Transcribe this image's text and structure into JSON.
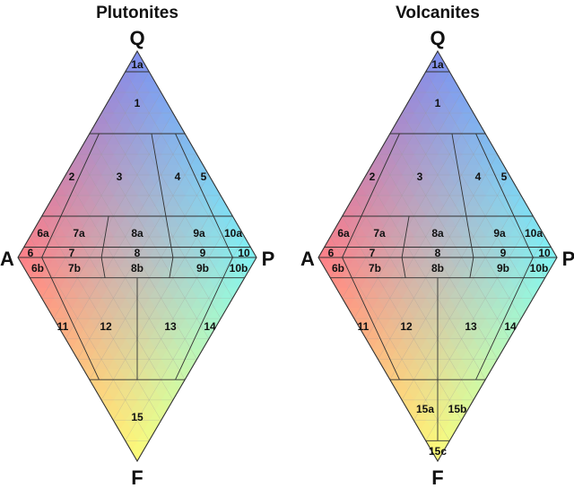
{
  "diagrams": [
    {
      "title": "Plutonites",
      "apices": {
        "Q": "Q",
        "A": "A",
        "P": "P",
        "F": "F"
      },
      "fields": [
        "1a",
        "1",
        "2",
        "3",
        "4",
        "5",
        "6a",
        "7a",
        "8a",
        "9a",
        "10a",
        "6",
        "7",
        "8",
        "9",
        "10",
        "6b",
        "7b",
        "8b",
        "9b",
        "10b",
        "11",
        "12",
        "13",
        "14",
        "15"
      ]
    },
    {
      "title": "Volcanites",
      "apices": {
        "Q": "Q",
        "A": "A",
        "P": "P",
        "F": "F"
      },
      "fields": [
        "1a",
        "1",
        "2",
        "3",
        "4",
        "5",
        "6a",
        "7a",
        "8a",
        "9a",
        "10a",
        "6",
        "7",
        "8",
        "9",
        "10",
        "6b",
        "7b",
        "8b",
        "9b",
        "10b",
        "11",
        "12",
        "13",
        "14",
        "15a",
        "15b",
        "15c"
      ]
    }
  ],
  "colors": {
    "Q": "#7f90ee",
    "A": "#ff7f86",
    "P": "#7ff4f4",
    "F": "#fdfd78",
    "line": "#333333",
    "grid": "#9a9a9a"
  }
}
